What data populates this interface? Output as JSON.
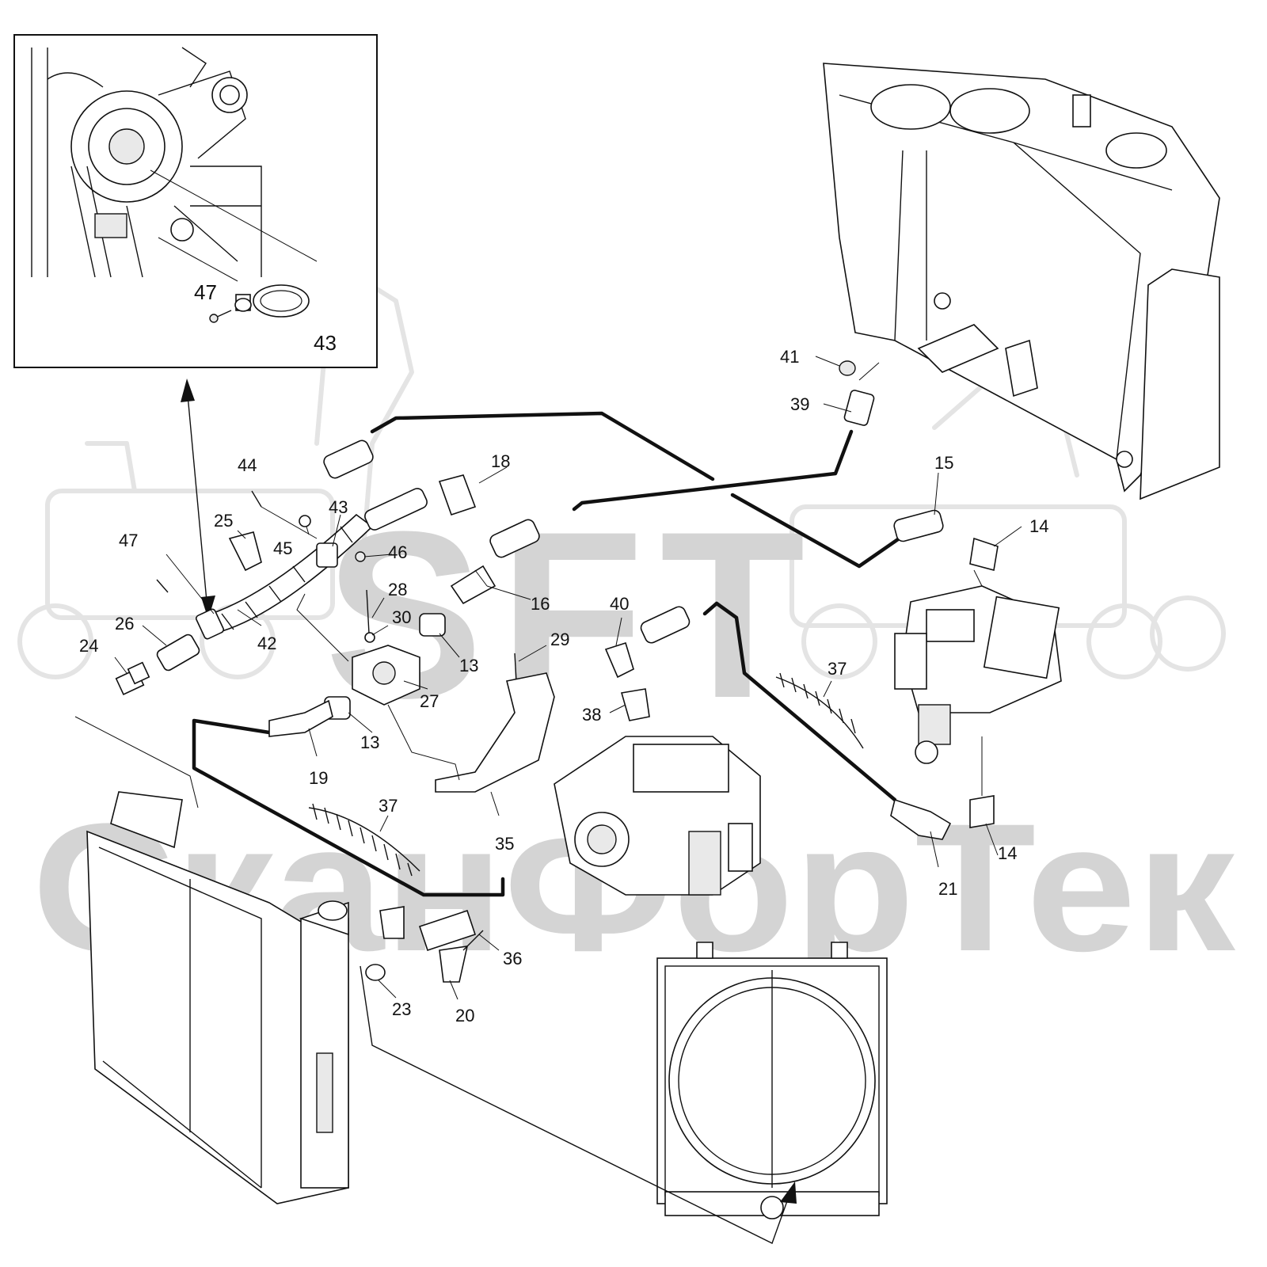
{
  "watermark": {
    "logo_text": "SFT",
    "brand_text": "СканФорТек"
  },
  "inset": {
    "labels": [
      "47",
      "43"
    ]
  },
  "callouts": [
    "44",
    "18",
    "25",
    "43",
    "45",
    "46",
    "47",
    "26",
    "42",
    "28",
    "30",
    "16",
    "24",
    "13",
    "27",
    "13",
    "19",
    "29",
    "40",
    "38",
    "35",
    "37",
    "23",
    "20",
    "36",
    "41",
    "39",
    "15",
    "14",
    "37",
    "14",
    "21"
  ]
}
